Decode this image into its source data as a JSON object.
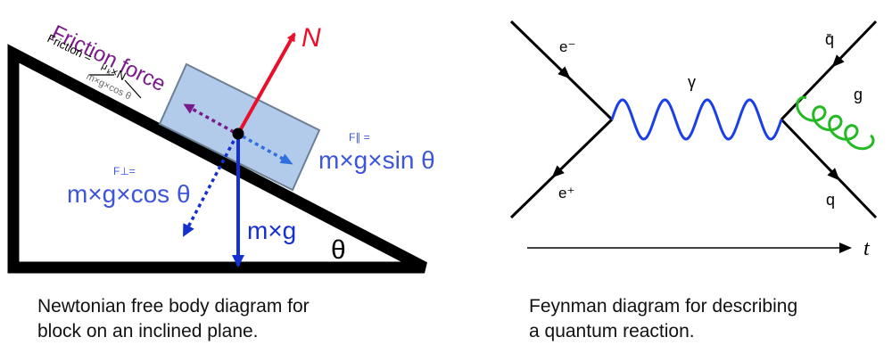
{
  "free_body": {
    "labels": {
      "friction_title": "Friction force",
      "friction_eq": "Friction =",
      "mu": "μ",
      "mu_sub": "k",
      "times_n": "×N",
      "normal_term": "m×g×cos θ",
      "normal": "N",
      "f_parallel": "F∥ =",
      "parallel_eq": "m×g×sin θ",
      "f_perp": "F⊥=",
      "perp_eq": "m×g×cos θ",
      "gravity": "m×g",
      "theta": "θ"
    },
    "caption": [
      "Newtonian free body diagram for",
      "block on an inclined plane."
    ]
  },
  "feynman": {
    "labels": {
      "electron": "e⁻",
      "positron": "e⁺",
      "photon": "γ",
      "antiquark": "q̄",
      "quark": "q",
      "gluon": "g",
      "time": "t"
    },
    "caption": [
      "Feynman diagram for describing",
      "a quantum reaction."
    ]
  },
  "colors": {
    "friction": "#7a1a8a",
    "normal_force": "#e8102a",
    "component_blue": "#2f6fe0",
    "label_blue": "#3d55d8",
    "gravity_blue": "#1530d0",
    "block_fill": "#b3cbea",
    "photon_blue": "#1a3ee8",
    "gluon_green": "#22b922",
    "ink": "#000000"
  }
}
